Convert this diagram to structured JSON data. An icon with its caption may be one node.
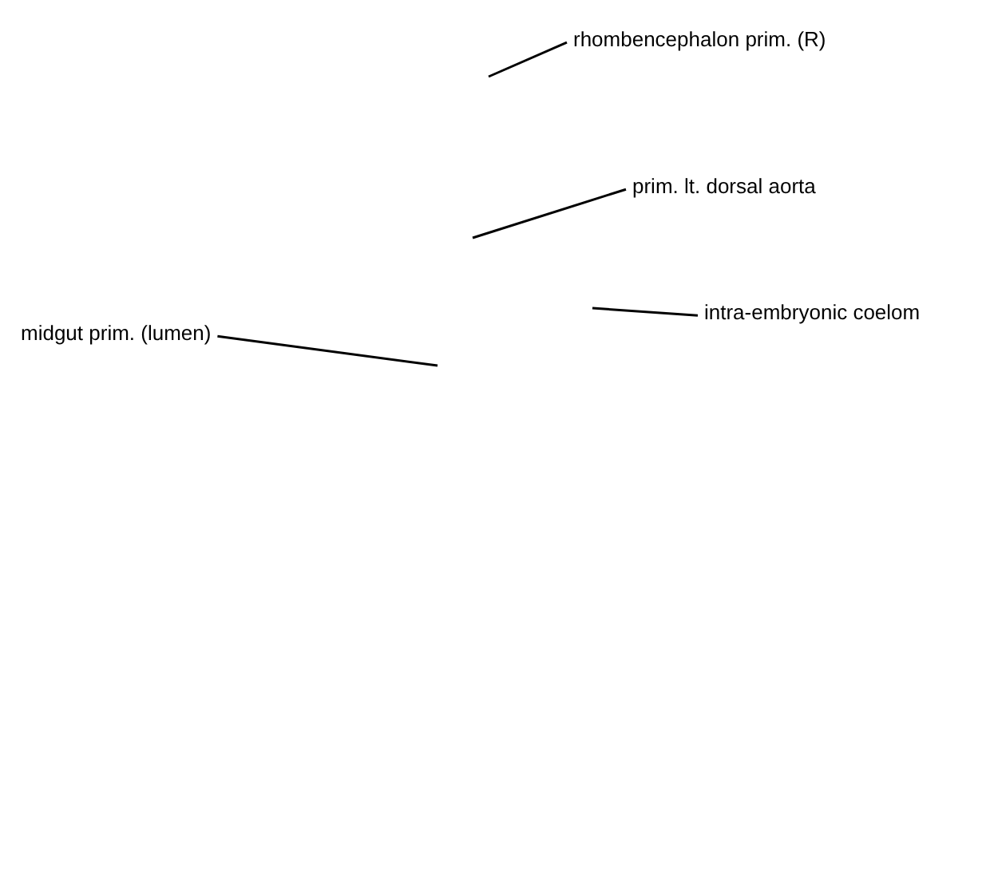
{
  "diagram": {
    "nodes": [
      {
        "text": [
          "rhombencephalon prim. (R)"
        ]
      },
      {
        "text": [
          "prim. lt. dorsal aorta"
        ]
      },
      {
        "text": [
          "intra-embryonic coelom"
        ]
      },
      {
        "text": [
          "midgut prim. (lumen)"
        ]
      }
    ],
    "edges": [
      {
        "from": 0,
        "to": null,
        "arrow": "none"
      },
      {
        "from": 1,
        "to": null,
        "arrow": "none"
      },
      {
        "from": 2,
        "to": null,
        "arrow": "none"
      },
      {
        "from": 3,
        "to": null,
        "arrow": "none"
      }
    ]
  }
}
